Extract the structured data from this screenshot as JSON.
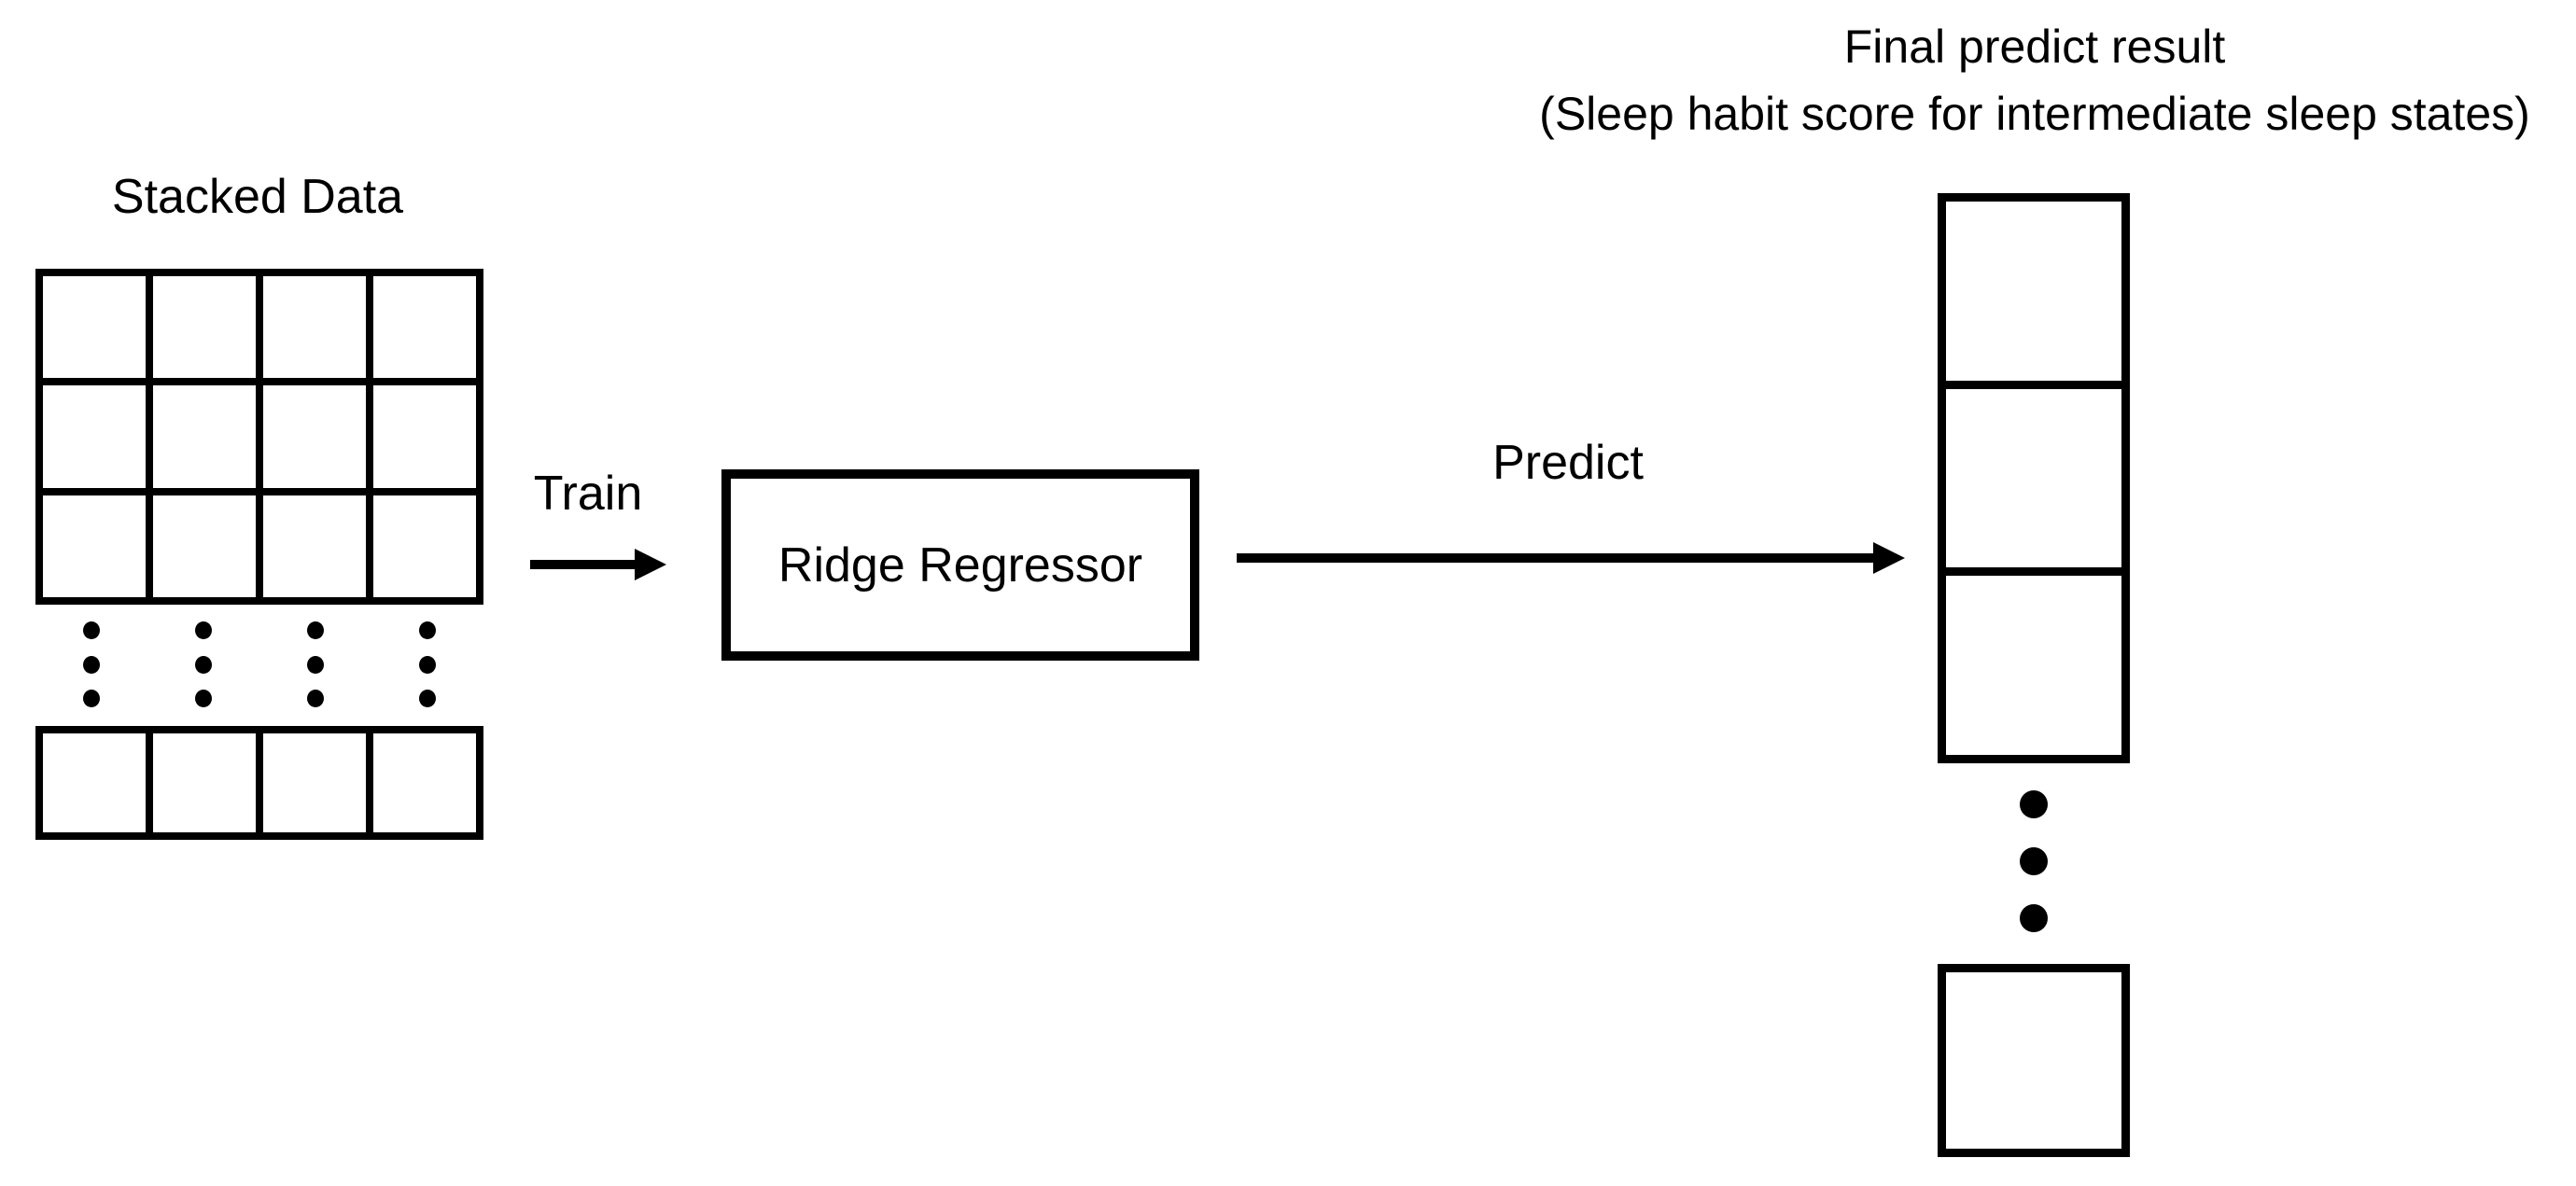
{
  "page": {
    "background": "#ffffff"
  },
  "diagram": {
    "ink_color": "#000000",
    "stacked_data": {
      "label": "Stacked Data",
      "columns": 4,
      "top_rows": 3,
      "bottom_rows": 1,
      "dot_columns": 4,
      "dot_rows": 3
    },
    "train": {
      "label": "Train"
    },
    "model": {
      "label": "Ridge Regressor"
    },
    "predict": {
      "label": "Predict"
    },
    "result": {
      "title_line1": "Final predict result",
      "title_line2": "(Sleep habit score for intermediate sleep states)",
      "top_cells": 3,
      "bottom_cells": 1,
      "dot_rows": 3
    }
  }
}
